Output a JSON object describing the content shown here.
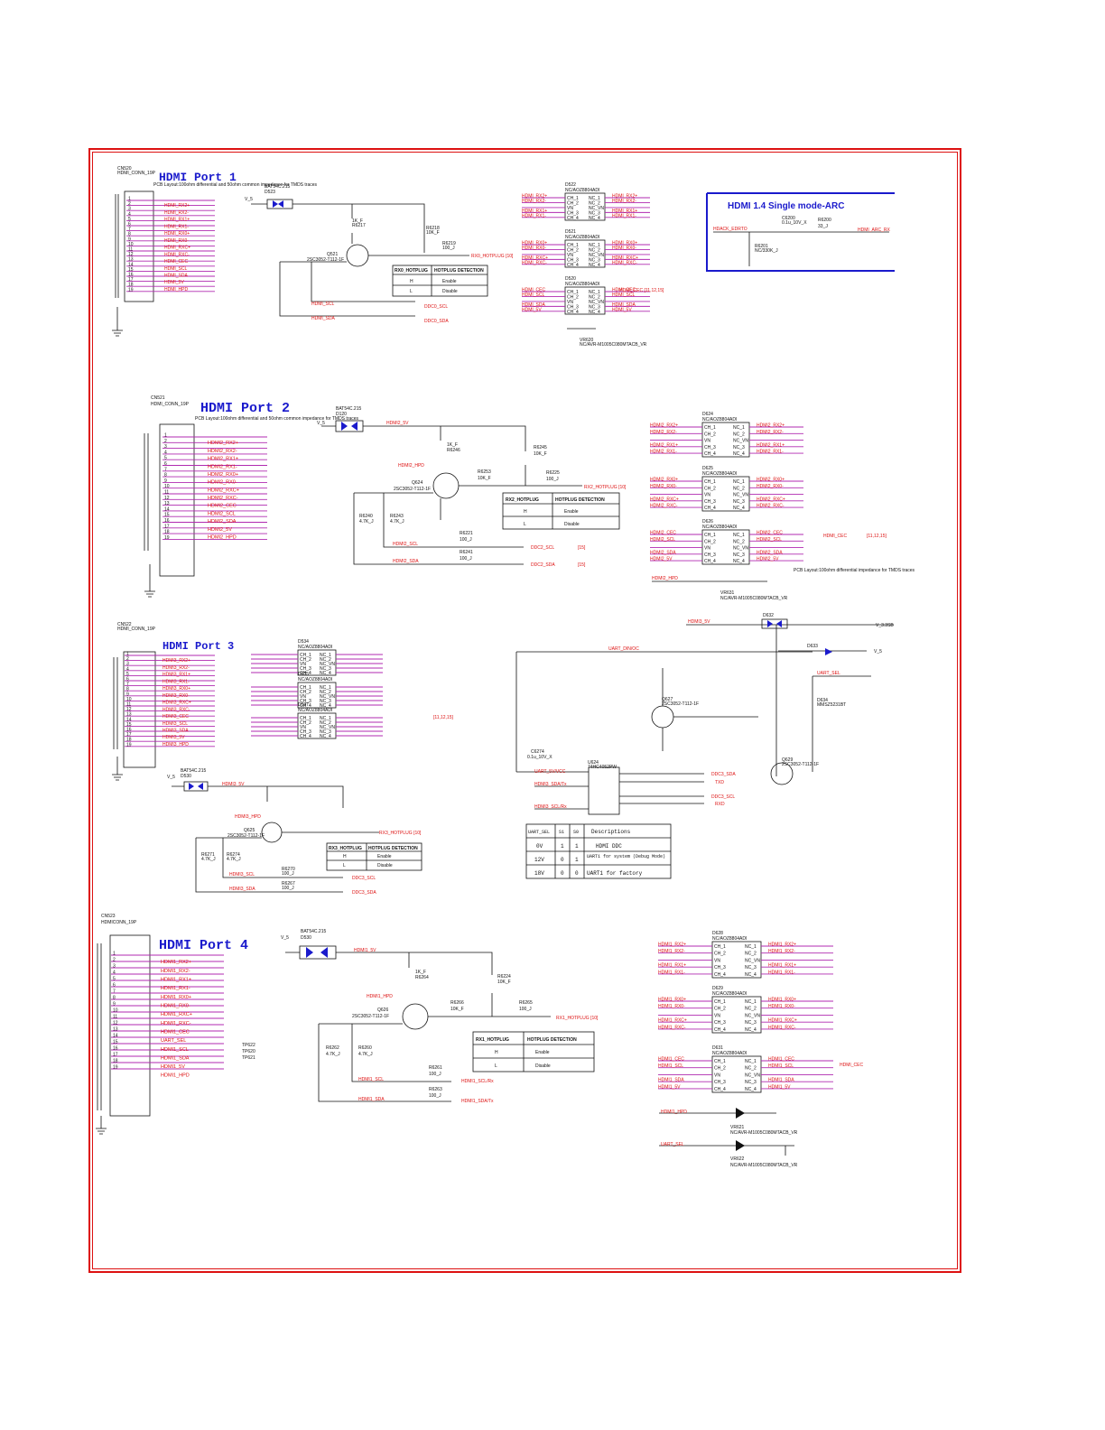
{
  "port1": {
    "title": "HDMI  Port  1",
    "connector": "CN520",
    "connector_type": "HDMI_CONN_19P",
    "note": "PCB Layout:100ohm differential and 50ohm common impedance for TMDS traces",
    "diode": "BAT54C.215",
    "diode_ref": "D523",
    "vcc": "V_5",
    "transistor": "Q521",
    "transistor_part": "2SC3052-T112-1F",
    "r1": "1K_F",
    "r1_ref": "R6217",
    "r2": "R6218",
    "r2_val": "10K_F",
    "r3": "R6219",
    "r3_val": "100_J",
    "hotplug_net": "RX0_HOTPLUG [10]",
    "scl_net": "HDMI_SCL",
    "sda_net": "HDMI_SDA",
    "ddc_scl": "DDC0_SCL",
    "ddc_sda": "DDC0_SDA",
    "table": {
      "col1": "RX0_HOTPLUG",
      "col2": "HOTPLUG DETECTION",
      "rows": [
        [
          "H",
          "Enable"
        ],
        [
          "L",
          "Disable"
        ]
      ]
    },
    "pins": [
      "HDMI_RX2+",
      "HDMI_RX2-",
      "HDMI_RX1+",
      "HDMI_RX1-",
      "HDMI_RX0+",
      "HDMI_RX0-",
      "HDMI_RXC+",
      "HDMI_RXC-",
      "HDMI_CEC",
      "HDMI_SCL",
      "HDMI_SDA",
      "HDMI_5V",
      "HDMI_HPD"
    ],
    "esd": [
      {
        "ref": "D522",
        "part": "NC/AOZ8804ADI",
        "nets": [
          "HDMI_RX2+",
          "HDMI_RX2-",
          "HDMI_RX1+",
          "HDMI_RX1-"
        ]
      },
      {
        "ref": "D521",
        "part": "NC/AOZ8804ADI",
        "nets": [
          "HDMI_RX0+",
          "HDMI_RX0-",
          "HDMI_RXC+",
          "HDMI_RXC-"
        ]
      },
      {
        "ref": "D520",
        "part": "NC/AOZ8804ADI",
        "nets": [
          "HDMI_CEC",
          "HDMI_SCL",
          "HDMI_SDA",
          "HDMI_5V"
        ]
      }
    ],
    "cec_net": "HDMI_CEC [11,12,15]",
    "hpd_vr": "VR620",
    "hpd_vr_part": "NC/AVR-M1005C080MTACB_VR"
  },
  "arc": {
    "title": "HDMI 1.4 Single mode-ARC",
    "in_net": "HDACK_EDRTO",
    "cap": "C6200",
    "cap_val": "0.1u_10V_X",
    "res": "R6200",
    "res_val": "33_J",
    "r2": "R6201",
    "r2_val": "NC/330K_J",
    "out_net": "HDMI_ARC_RX"
  },
  "port2": {
    "title": "HDMI  Port  2",
    "connector": "CN521",
    "connector_type": "HDMI_CONN_19P",
    "note": "PCB Layout:100ohm differential and 50ohm common impedance for TMDS traces",
    "diode": "BAT54C.215",
    "diode_ref": "D120",
    "vcc": "V_5",
    "net_5v": "HDMI2_5V",
    "hpd": "HDMI2_HPD",
    "transistor": "Q624",
    "transistor_part": "2SC3052-T112-1F",
    "r1": "1K_F",
    "r1_ref": "R6246",
    "r_top": "R6245",
    "r_top_val": "10K_F",
    "r_mid": "R6253",
    "r_mid_val": "10K_F",
    "r_hot": "R6225",
    "r_hot_val": "100_J",
    "hotplug_net": "RX2_HOTPLUG [10]",
    "r_pull1": "R6240",
    "r_pull1_val": "4.7K_J",
    "r_pull2": "R6243",
    "r_pull2_val": "4.7K_J",
    "r_scl": "R6221",
    "r_scl_val": "100_J",
    "r_sda": "R6241",
    "r_sda_val": "100_J",
    "scl_net": "HDMI2_SCL",
    "sda_net": "HDMI2_SDA",
    "ddc_scl": "DDC2_SCL",
    "ddc_sda": "DDC2_SDA",
    "ref15": "[15]",
    "table": {
      "col1": "RX2_HOTPLUG",
      "col2": "HOTPLUG DETECTION",
      "rows": [
        [
          "H",
          "Enable"
        ],
        [
          "L",
          "Disable"
        ]
      ]
    },
    "pins": [
      "HDMI2_RX2+",
      "HDMI2_RX2-",
      "HDMI2_RX1+",
      "HDMI2_RX1-",
      "HDMI2_RX0+",
      "HDMI2_RX0-",
      "HDMI2_RXC+",
      "HDMI2_RXC-",
      "HDMI2_CEC",
      "HDMI2_SCL",
      "HDMI2_SDA",
      "HDMI2_5V",
      "HDMI2_HPD"
    ],
    "esd": [
      {
        "ref": "D624",
        "part": "NC/AOZ8804ADI",
        "nets": [
          "HDMI2_RX2+",
          "HDMI2_RX2-",
          "HDMI2_RX1+",
          "HDMI2_RX1-"
        ]
      },
      {
        "ref": "D625",
        "part": "NC/AOZ8804ADI",
        "nets": [
          "HDMI2_RX0+",
          "HDMI2_RX0-",
          "HDMI2_RXC+",
          "HDMI2_RXC-"
        ]
      },
      {
        "ref": "D626",
        "part": "NC/AOZ8804ADI",
        "nets": [
          "HDMI2_CEC",
          "HDMI2_SCL",
          "HDMI2_SDA",
          "HDMI2_5V"
        ]
      }
    ],
    "cec_net": "HDMI_CEC",
    "cec_ref": "[11,12,15]",
    "esd_note": "PCB Layout:100ohm differential impedance for TMDS traces",
    "hpd_vr": "VR631",
    "hpd_vr_part": "NC/AVR-M1005C080MTACB_VR",
    "hpd_net": "HDMI2_HPD"
  },
  "port3": {
    "title": "HDMI  Port  3",
    "connector": "CN522",
    "connector_type": "HDMI_CONN_19P",
    "diode": "BAT54C.215",
    "diode_ref": "D530",
    "vcc": "V_5",
    "net_5v": "HDMI3_5V",
    "hpd": "HDMI3_HPD",
    "transistor": "Q625",
    "transistor_part": "2SC3052-T112-1F",
    "hotplug_net": "RX3_HOTPLUG [10]",
    "r_pull1": "R6271",
    "r_pull1_val": "4.7K_J",
    "r_pull2": "R6274",
    "r_pull2_val": "4.7K_J",
    "r_scl": "R6270",
    "r_scl_val": "100_J",
    "r_sda": "R6267",
    "r_sda_val": "100_J",
    "scl_net": "HDMI3_SCL",
    "sda_net": "HDMI3_SDA",
    "ddc_scl": "DDC3_SCL",
    "ddc_sda": "DDC3_SDA",
    "table": {
      "col1": "RX3_HOTPLUG",
      "col2": "HOTPLUG DETECTION",
      "rows": [
        [
          "H",
          "Enable"
        ],
        [
          "L",
          "Disable"
        ]
      ]
    },
    "pins": [
      "HDMI3_RX2+",
      "HDMI3_RX2-",
      "HDMI3_RX1+",
      "HDMI3_RX1-",
      "HDMI3_RX0+",
      "HDMI3_RX0-",
      "HDMI3_RXC+",
      "HDMI3_RXC-",
      "HDMI3_CEC",
      "HDMI3_SCL",
      "HDMI3_SDA",
      "HDMI3_5V",
      "HDMI3_HPD"
    ],
    "esd": [
      {
        "ref": "D534",
        "part": "NC/AOZ8804ADI"
      },
      {
        "ref": "D535",
        "part": "NC/AOZ8804ADI"
      },
      {
        "ref": "D537",
        "part": "NC/AOZ8804ADI"
      }
    ],
    "cec_ref": "[11,12,15]"
  },
  "uart": {
    "net_in": "UART_DIN/OC",
    "v33": "V_3.3SB",
    "v5": "V_5",
    "d633": "D633",
    "d632": "D632",
    "diode_part": "BAT54C.215",
    "q627": "Q627",
    "q627_part": "2SC3052-T112-1F",
    "q629": "Q629",
    "q629_part": "2SC3052-T112-1F",
    "mux": "U624",
    "mux_part": "74HC4052PW",
    "uart_sel": "UART_SEL",
    "d634": "D634",
    "d634_part": "MMSZ5231BT",
    "cap": "C6274",
    "cap_val": "0.1u_10V_X",
    "nets_left": [
      "UART_5V/VCC",
      "HDMI3_SDA/Tx",
      "HDMI3_SCL/Rx"
    ],
    "nets_right": [
      "DDC3_SDA",
      "TXD",
      "DDC3_SCL",
      "RXD"
    ],
    "table": {
      "headers": [
        "UART_SEL",
        "S1",
        "S0",
        "Descriptions"
      ],
      "rows": [
        [
          "0V",
          "1",
          "1",
          "HDMI DDC"
        ],
        [
          "12V",
          "0",
          "1",
          "UART1 for system (Debug Mode)"
        ],
        [
          "18V",
          "0",
          "0",
          "UART1 for factory"
        ]
      ]
    }
  },
  "port4": {
    "title": "HDMI  Port  4",
    "connector": "CN523",
    "connector_type": "HDMICONN_19P",
    "diode": "BAT54C.215",
    "diode_ref": "D530",
    "vcc": "V_5",
    "net_5v": "HDMI1_5V",
    "hpd": "HDMI1_HPD",
    "transistor": "Q626",
    "transistor_part": "2SC3052-T112-1F",
    "r1": "1K_F",
    "r1_ref": "R6264",
    "r_top": "R6224",
    "r_top_val": "10K_F",
    "r_mid": "R6266",
    "r_mid_val": "10K_F",
    "r_hot": "R6265",
    "r_hot_val": "100_J",
    "hotplug_net": "RX1_HOTPLUG [10]",
    "r_pull1": "R6262",
    "r_pull1_val": "4.7K_J",
    "r_pull2": "R6260",
    "r_pull2_val": "4.7K_J",
    "r_scl": "R6261",
    "r_scl_val": "100_J",
    "r_sda": "R6263",
    "r_sda_val": "100_J",
    "scl_net": "HDMI1_SCL",
    "sda_net": "HDMI1_SDA",
    "ddc_scl": "HDMI1_SCL/Rx",
    "ddc_sda": "HDMI1_SDA/Tx",
    "table": {
      "col1": "RX1_HOTPLUG",
      "col2": "HOTPLUG DETECTION",
      "rows": [
        [
          "H",
          "Enable"
        ],
        [
          "L",
          "Disable"
        ]
      ]
    },
    "pins": [
      "HDMI1_RX2+",
      "HDMI1_RX2-",
      "HDMI1_RX1+",
      "HDMI1_RX1-",
      "HDMI1_RX0+",
      "HDMI1_RX0-",
      "HDMI1_RXC+",
      "HDMI1_RXC-",
      "HDMI1_CEC",
      "UART_SEL",
      "HDMI1_SCL",
      "HDMI1_SDA",
      "HDMI1_5V",
      "HDMI1_HPD"
    ],
    "testpoints": [
      "TP622",
      "TP620",
      "TP621"
    ],
    "esd": [
      {
        "ref": "D628",
        "part": "NC/AOZ8804ADI",
        "nets": [
          "HDMI1_RX2+",
          "HDMI1_RX2-",
          "HDMI1_RX1+",
          "HDMI1_RX1-"
        ]
      },
      {
        "ref": "D629",
        "part": "NC/AOZ8804ADI",
        "nets": [
          "HDMI1_RX0+",
          "HDMI1_RX0-",
          "HDMI1_RXC+",
          "HDMI1_RXC-"
        ]
      },
      {
        "ref": "D631",
        "part": "NC/AOZ8804ADI",
        "nets": [
          "HDMI1_CEC",
          "HDMI1_SCL",
          "HDMI1_SDA",
          "HDMI1_5V"
        ]
      }
    ],
    "cec_net": "HDMI_CEC",
    "vr1": "VR621",
    "vr1_part": "NC/AVR-M1005C080MTACB_VR",
    "vr1_net": "HDMI1_HPD",
    "vr2": "VR622",
    "vr2_part": "NC/AVR-M1005C080MTACB_VR",
    "vr2_net": "UART_SEL"
  },
  "esd_pins": {
    "left": [
      "CH_1",
      "CH_2",
      "VN",
      "CH_3",
      "CH_4"
    ],
    "right": [
      "NC_1",
      "NC_2",
      "NC_VN",
      "NC_3",
      "NC_4"
    ]
  },
  "colors": {
    "frame": "#dd1111",
    "title": "#1a1acc",
    "net": "#dd1111",
    "wire": "#111111",
    "bus": "#b02ab0"
  }
}
